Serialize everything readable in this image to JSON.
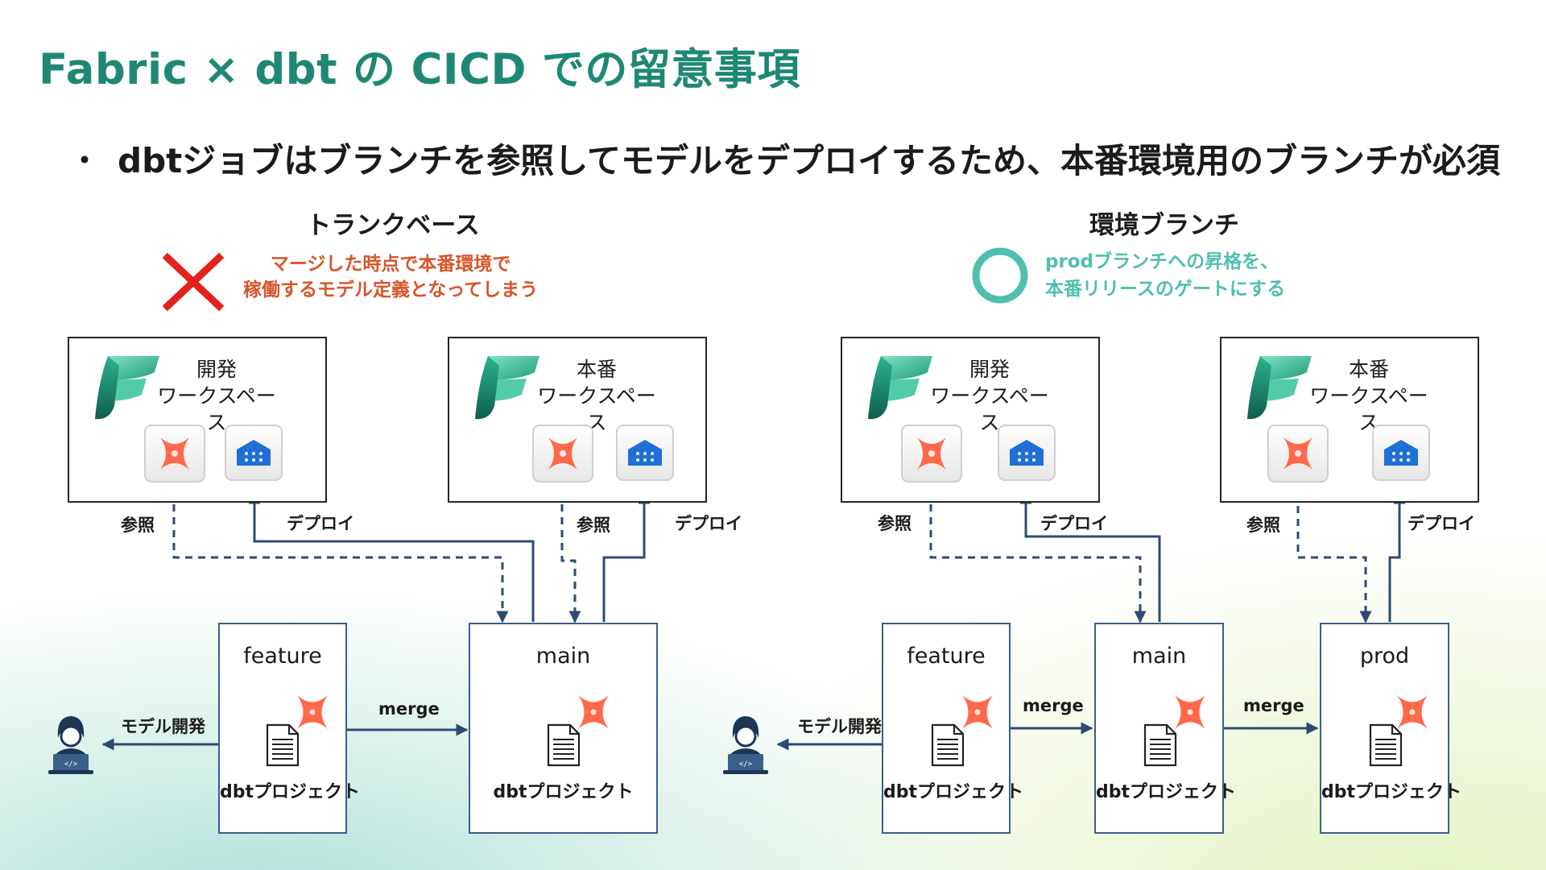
{
  "title": "Fabric × dbt の CICD での留意事項",
  "bullet": "dbtジョブはブランチを参照してモデルをデプロイするため、本番環境用のブランチが必須",
  "left": {
    "heading": "トランクベース",
    "note": [
      "マージした時点で本番環境で",
      "稼働するモデル定義となってしまう"
    ],
    "workspaces": [
      {
        "line1": "開発",
        "line2": "ワークスペース"
      },
      {
        "line1": "本番",
        "line2": "ワークスペース"
      }
    ],
    "branches": [
      {
        "name": "feature",
        "label": "dbtプロジェクト"
      },
      {
        "name": "main",
        "label": "dbtプロジェクト"
      }
    ],
    "labels": {
      "ref1": "参照",
      "deploy1": "デプロイ",
      "ref2": "参照",
      "deploy2": "デプロイ",
      "dev": "モデル開発",
      "merge": "merge"
    }
  },
  "right": {
    "heading": "環境ブランチ",
    "note": [
      "prodブランチへの昇格を、",
      "本番リリースのゲートにする"
    ],
    "workspaces": [
      {
        "line1": "開発",
        "line2": "ワークスペース"
      },
      {
        "line1": "本番",
        "line2": "ワークスペース"
      }
    ],
    "branches": [
      {
        "name": "feature",
        "label": "dbtプロジェクト"
      },
      {
        "name": "main",
        "label": "dbtプロジェクト"
      },
      {
        "name": "prod",
        "label": "dbtプロジェクト"
      }
    ],
    "labels": {
      "ref1": "参照",
      "deploy1": "デプロイ",
      "ref2": "参照",
      "deploy2": "デプロイ",
      "dev": "モデル開発",
      "merge1": "merge",
      "merge2": "merge"
    }
  },
  "icons": [
    "fabric-logo-icon",
    "dbt-icon",
    "warehouse-icon",
    "document-icon",
    "developer-icon",
    "cross-mark-icon",
    "circle-mark-icon"
  ],
  "colors": {
    "title": "#1e8874",
    "ng_note": "#d6562b",
    "ok_note": "#4fbfae",
    "cross": "#e3231b",
    "connector": "#2f4a72",
    "dbt": "#ff694b"
  }
}
